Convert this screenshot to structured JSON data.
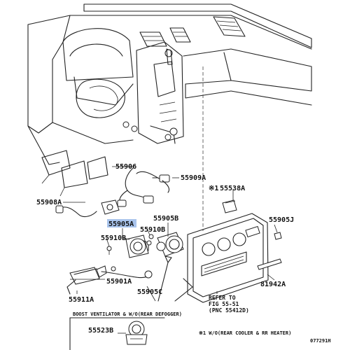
{
  "parts": {
    "p55906": "55906",
    "p55909A": "55909A",
    "p55908A": "55908A",
    "p55905A": "55905A",
    "p55910B_left": "55910B",
    "p55910B_right": "55910B",
    "p55905B": "55905B",
    "p55538A": "55538A",
    "p55905J": "55905J",
    "p55901A": "55901A",
    "p55911A": "55911A",
    "p55905C": "55905C",
    "p81942A": "81942A",
    "p55523B": "55523B"
  },
  "notes": {
    "refer_1": "REFER TO",
    "refer_2": "FIG 55-51",
    "refer_3": "(PNC 55412D)",
    "note_mark": "※1",
    "boost_caption": "BOOST VENTILATOR & W/O(REAR DEFOGGER)",
    "footnote": "※1 W/O(REAR COOLER & RR HEATER)",
    "figure_code": "077291H"
  },
  "highlight_color": "#a9c4ec"
}
